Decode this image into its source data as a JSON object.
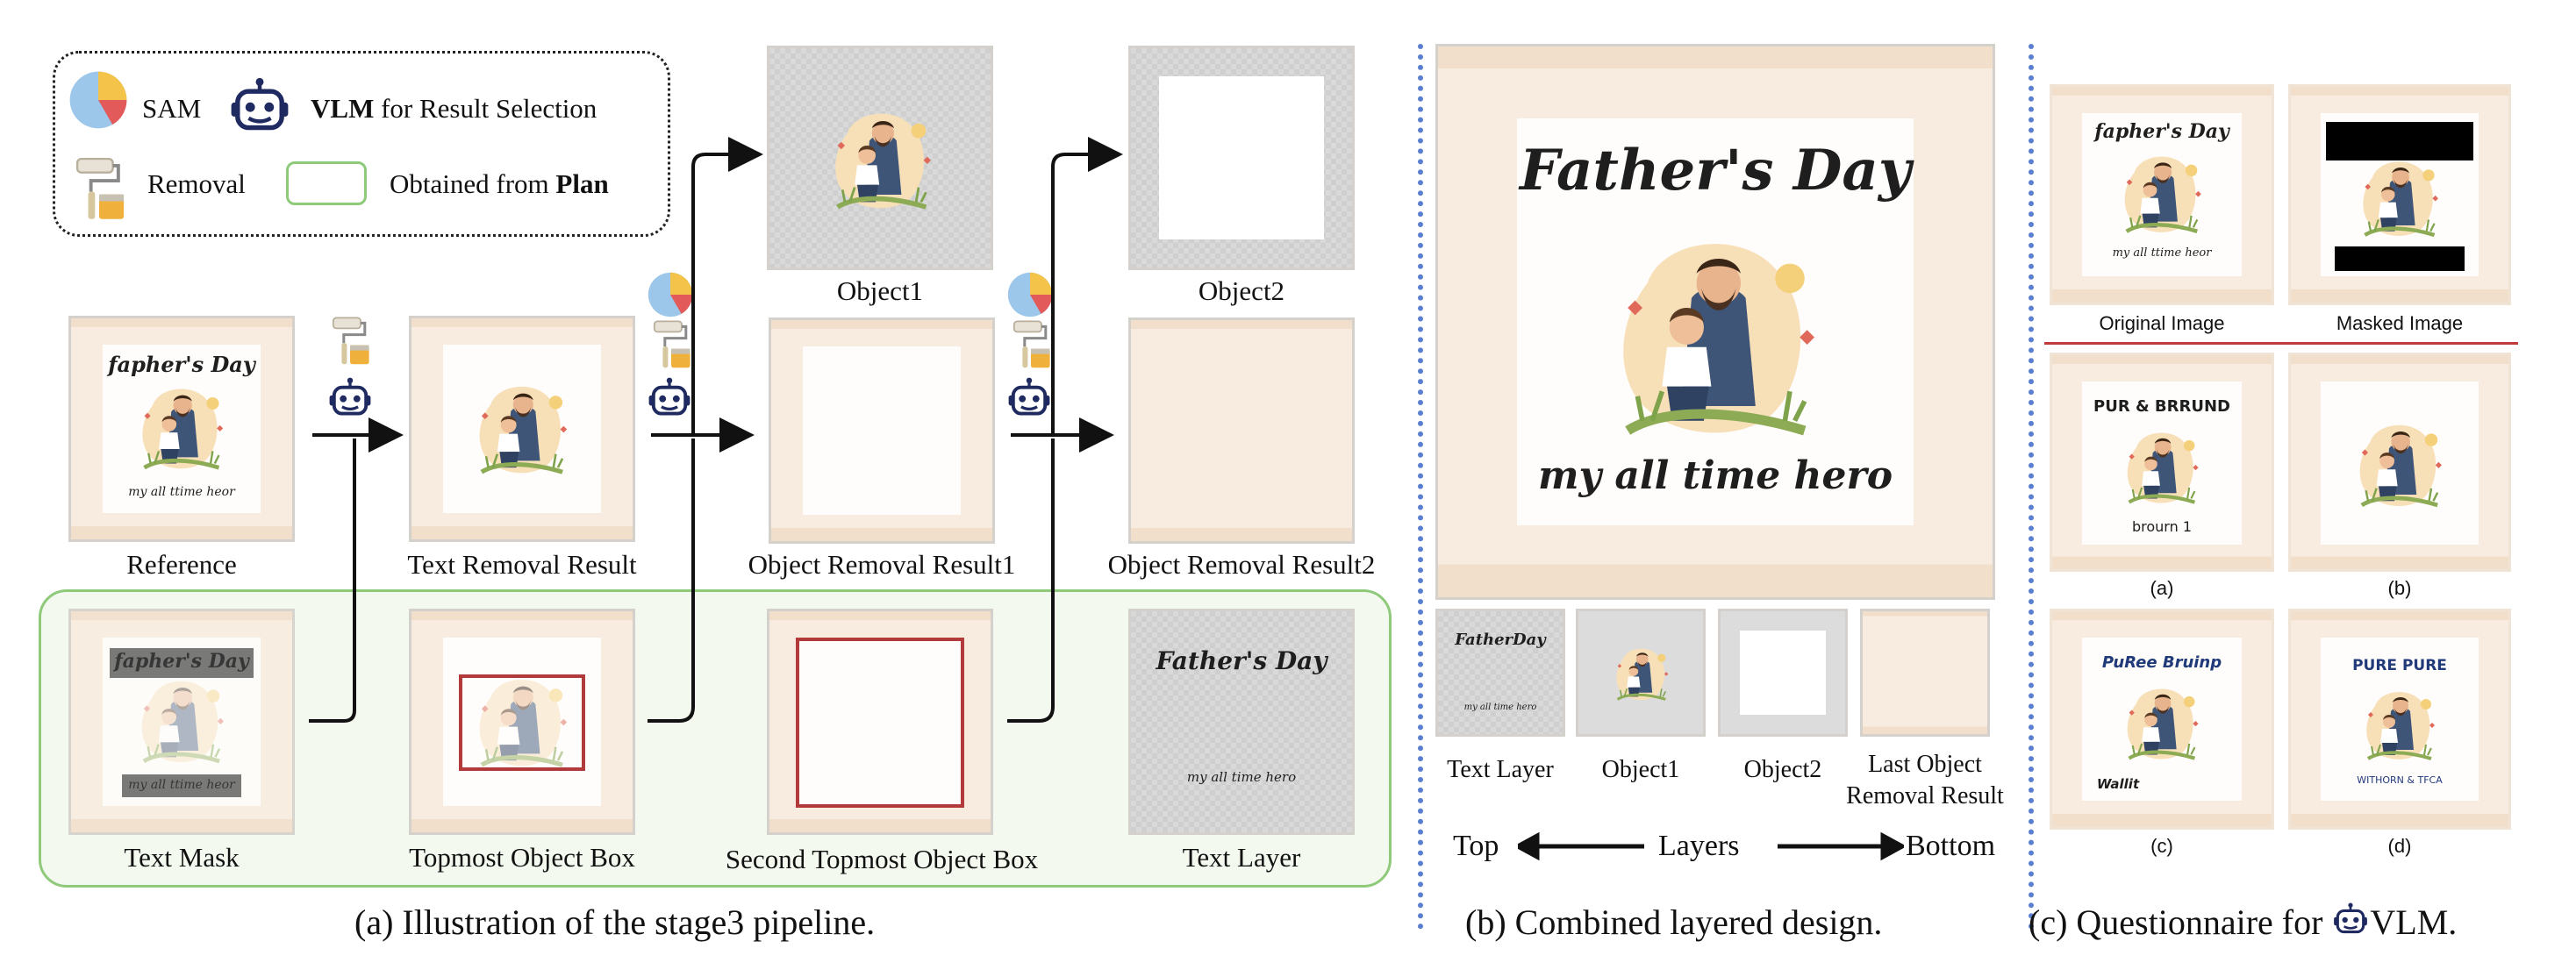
{
  "legend": {
    "sam_label": "SAM",
    "vlm_bold": "VLM",
    "vlm_rest": " for Result Selection",
    "removal_label": "Removal",
    "plan_prefix": "Obtained from ",
    "plan_bold": "Plan"
  },
  "panel_a": {
    "reference": "Reference",
    "text_removal_result": "Text Removal Result",
    "object_removal_result1": "Object Removal Result1",
    "object_removal_result2": "Object Removal Result2",
    "object1": "Object1",
    "object2": "Object2",
    "text_mask": "Text Mask",
    "topmost_object_box": "Topmost Object Box",
    "second_topmost_object_box": "Second Topmost Object Box",
    "text_layer": "Text Layer",
    "caption": "(a) Illustration of the stage3 pipeline."
  },
  "panel_b": {
    "text_layer": "Text Layer",
    "object1": "Object1",
    "object2": "Object2",
    "last_object_line1": "Last Object",
    "last_object_line2": "Removal Result",
    "top": "Top",
    "layers": "Layers",
    "bottom": "Bottom",
    "caption": "(b) Combined layered design."
  },
  "panel_c": {
    "original_image": "Original Image",
    "masked_image": "Masked Image",
    "option_a": "(a)",
    "option_b": "(b)",
    "option_c": "(c)",
    "option_d": "(d)",
    "caption_prefix": "(c) Questionnaire for ",
    "caption_suffix": "VLM."
  },
  "artwork": {
    "title": "Father's Day",
    "subtitle": "my all time hero",
    "title_garbled": "fapher's Day",
    "subtitle_garbled": "my all ttime heor",
    "title_short": "FatherDay",
    "subtitle_short": "my all time hero",
    "option_a_title": "PUR & BRRUND",
    "option_a_sub": "brourn 1",
    "option_c_title": "PuRee Bruinp",
    "option_c_sub": "Wallit",
    "option_d_title": "PURE  PURE",
    "option_d_sub": "WITHORN & TFCA"
  },
  "colors": {
    "beige_bg": "#f6e8d9",
    "plan_green": "#8fc97a",
    "box_red": "#b23a3a",
    "divider_blue": "#5a7fd0"
  }
}
